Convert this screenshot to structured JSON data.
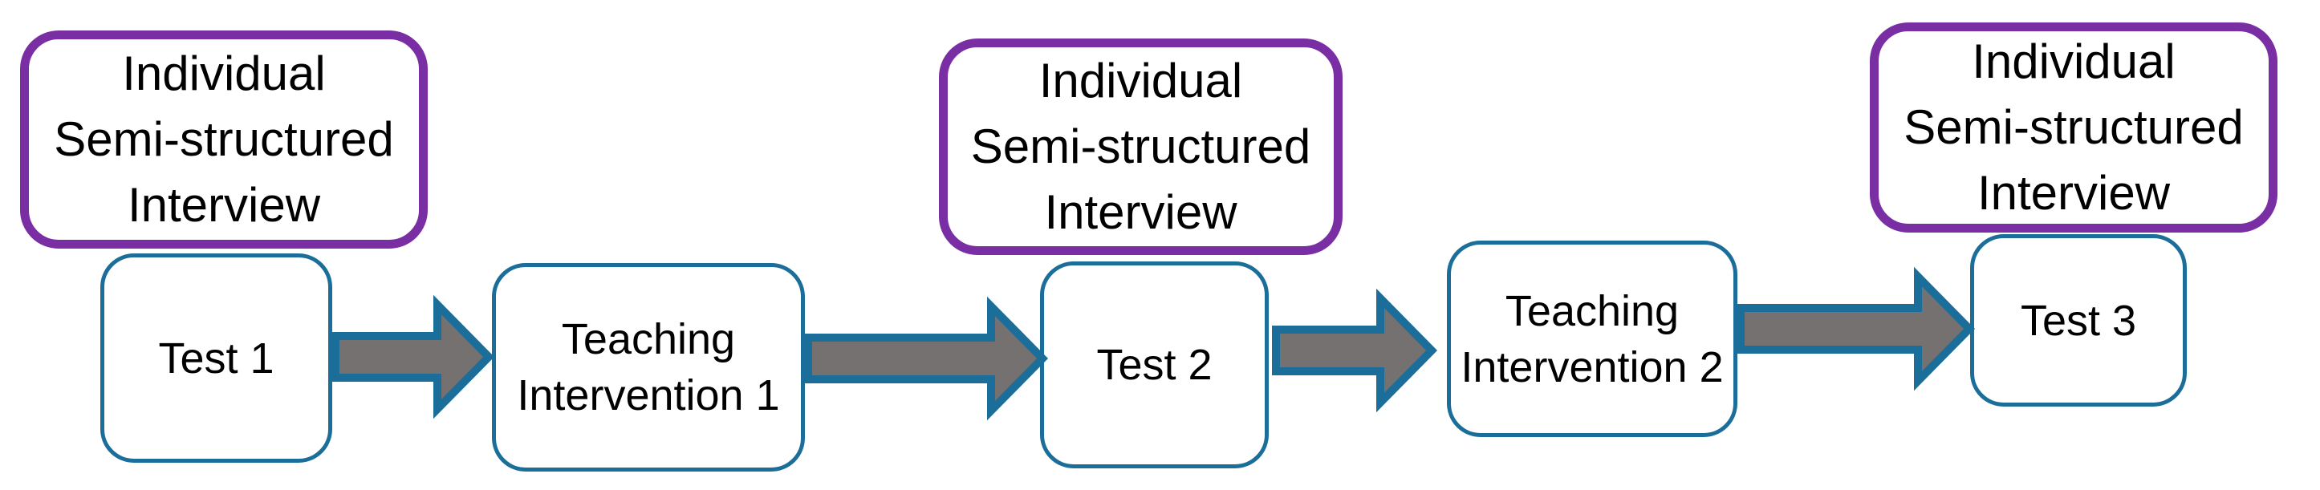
{
  "colors": {
    "interview_border": "#7A2EA3",
    "flow_border": "#1B6E99",
    "arrow_fill": "#767171",
    "arrow_outline": "#1B6E99",
    "text": "#000000",
    "background": "#FFFFFF"
  },
  "interview_boxes": [
    {
      "line1": "Individual",
      "line2": "Semi-structured",
      "line3": "Interview"
    },
    {
      "line1": "Individual",
      "line2": "Semi-structured",
      "line3": "Interview"
    },
    {
      "line1": "Individual",
      "line2": "Semi-structured",
      "line3": "Interview"
    }
  ],
  "flow_boxes": [
    {
      "label": "Test 1"
    },
    {
      "line1": "Teaching",
      "line2": "Intervention 1"
    },
    {
      "label": "Test 2"
    },
    {
      "line1": "Teaching",
      "line2": "Intervention 2"
    },
    {
      "label": "Test 3"
    }
  ]
}
